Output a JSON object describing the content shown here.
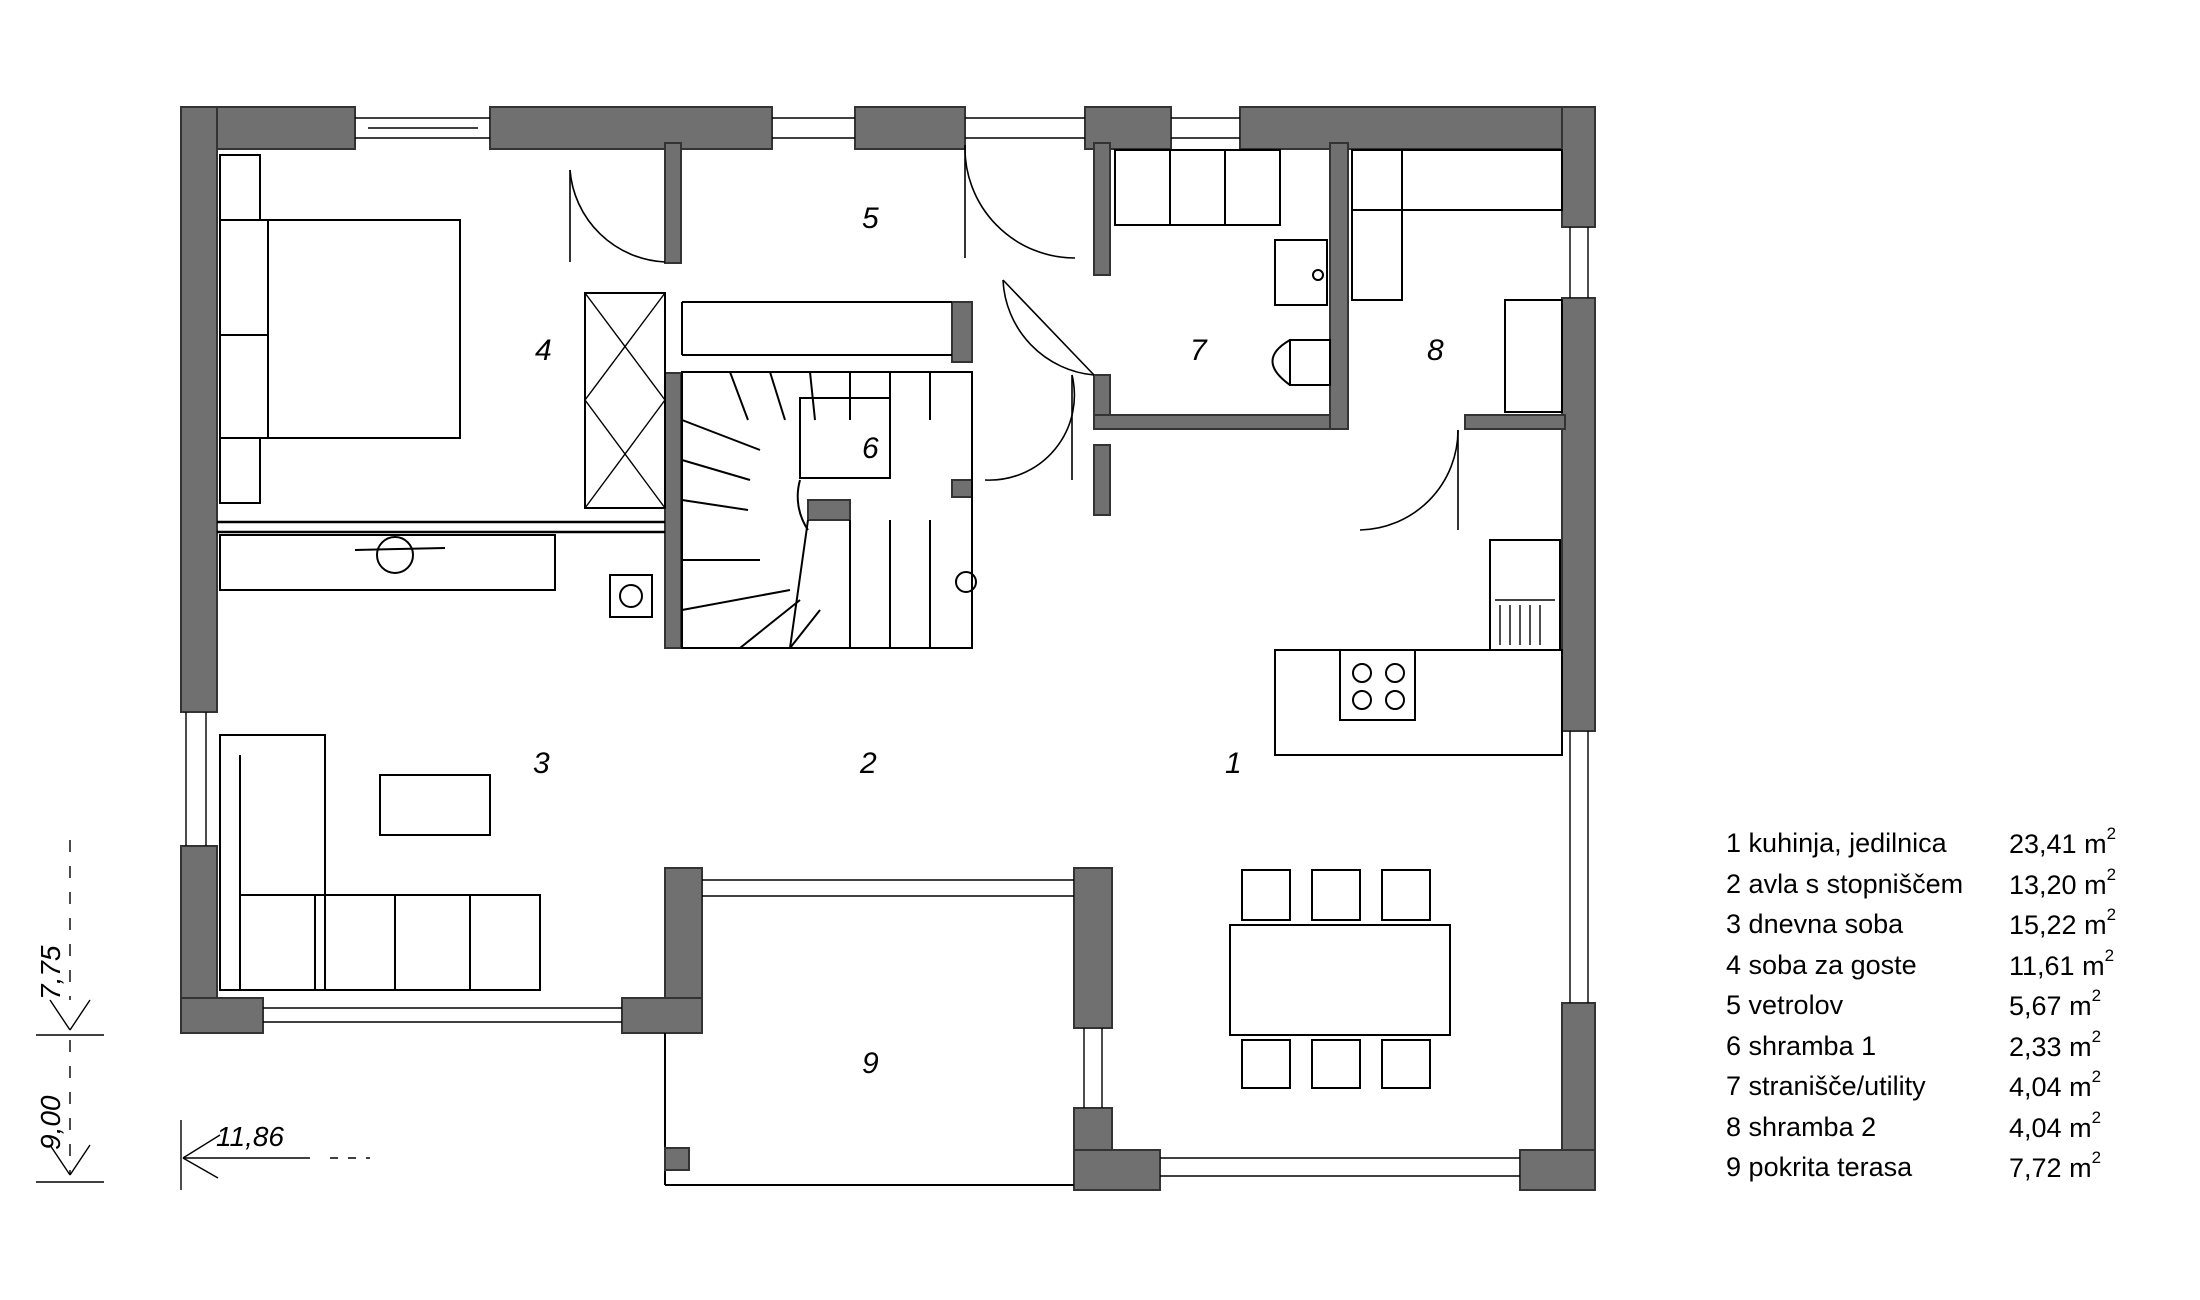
{
  "rooms": [
    {
      "number": "1",
      "name": "kuhinja, jedilnica",
      "area": "23,41",
      "unit": "m",
      "exp": "2"
    },
    {
      "number": "2",
      "name": "avla s stopniščem",
      "area": "13,20",
      "unit": "m",
      "exp": "2"
    },
    {
      "number": "3",
      "name": "dnevna soba",
      "area": "15,22",
      "unit": "m",
      "exp": "2"
    },
    {
      "number": "4",
      "name": "soba za goste",
      "area": "11,61",
      "unit": "m",
      "exp": "2"
    },
    {
      "number": "5",
      "name": "vetrolov",
      "area": "5,67",
      "unit": "m",
      "exp": "2"
    },
    {
      "number": "6",
      "name": "shramba 1",
      "area": "2,33",
      "unit": "m",
      "exp": "2"
    },
    {
      "number": "7",
      "name": "stranišče/utility",
      "area": "4,04",
      "unit": "m",
      "exp": "2"
    },
    {
      "number": "8",
      "name": "shramba 2",
      "area": "4,04",
      "unit": "m",
      "exp": "2"
    },
    {
      "number": "9",
      "name": "pokrita terasa",
      "area": "7,72",
      "unit": "m",
      "exp": "2"
    }
  ],
  "dimensions": {
    "width": "11,86",
    "depth_inner": "7,75",
    "depth_total": "9,00"
  },
  "colors": {
    "wall_fill": "#707070",
    "line": "#000000",
    "background": "#ffffff"
  }
}
